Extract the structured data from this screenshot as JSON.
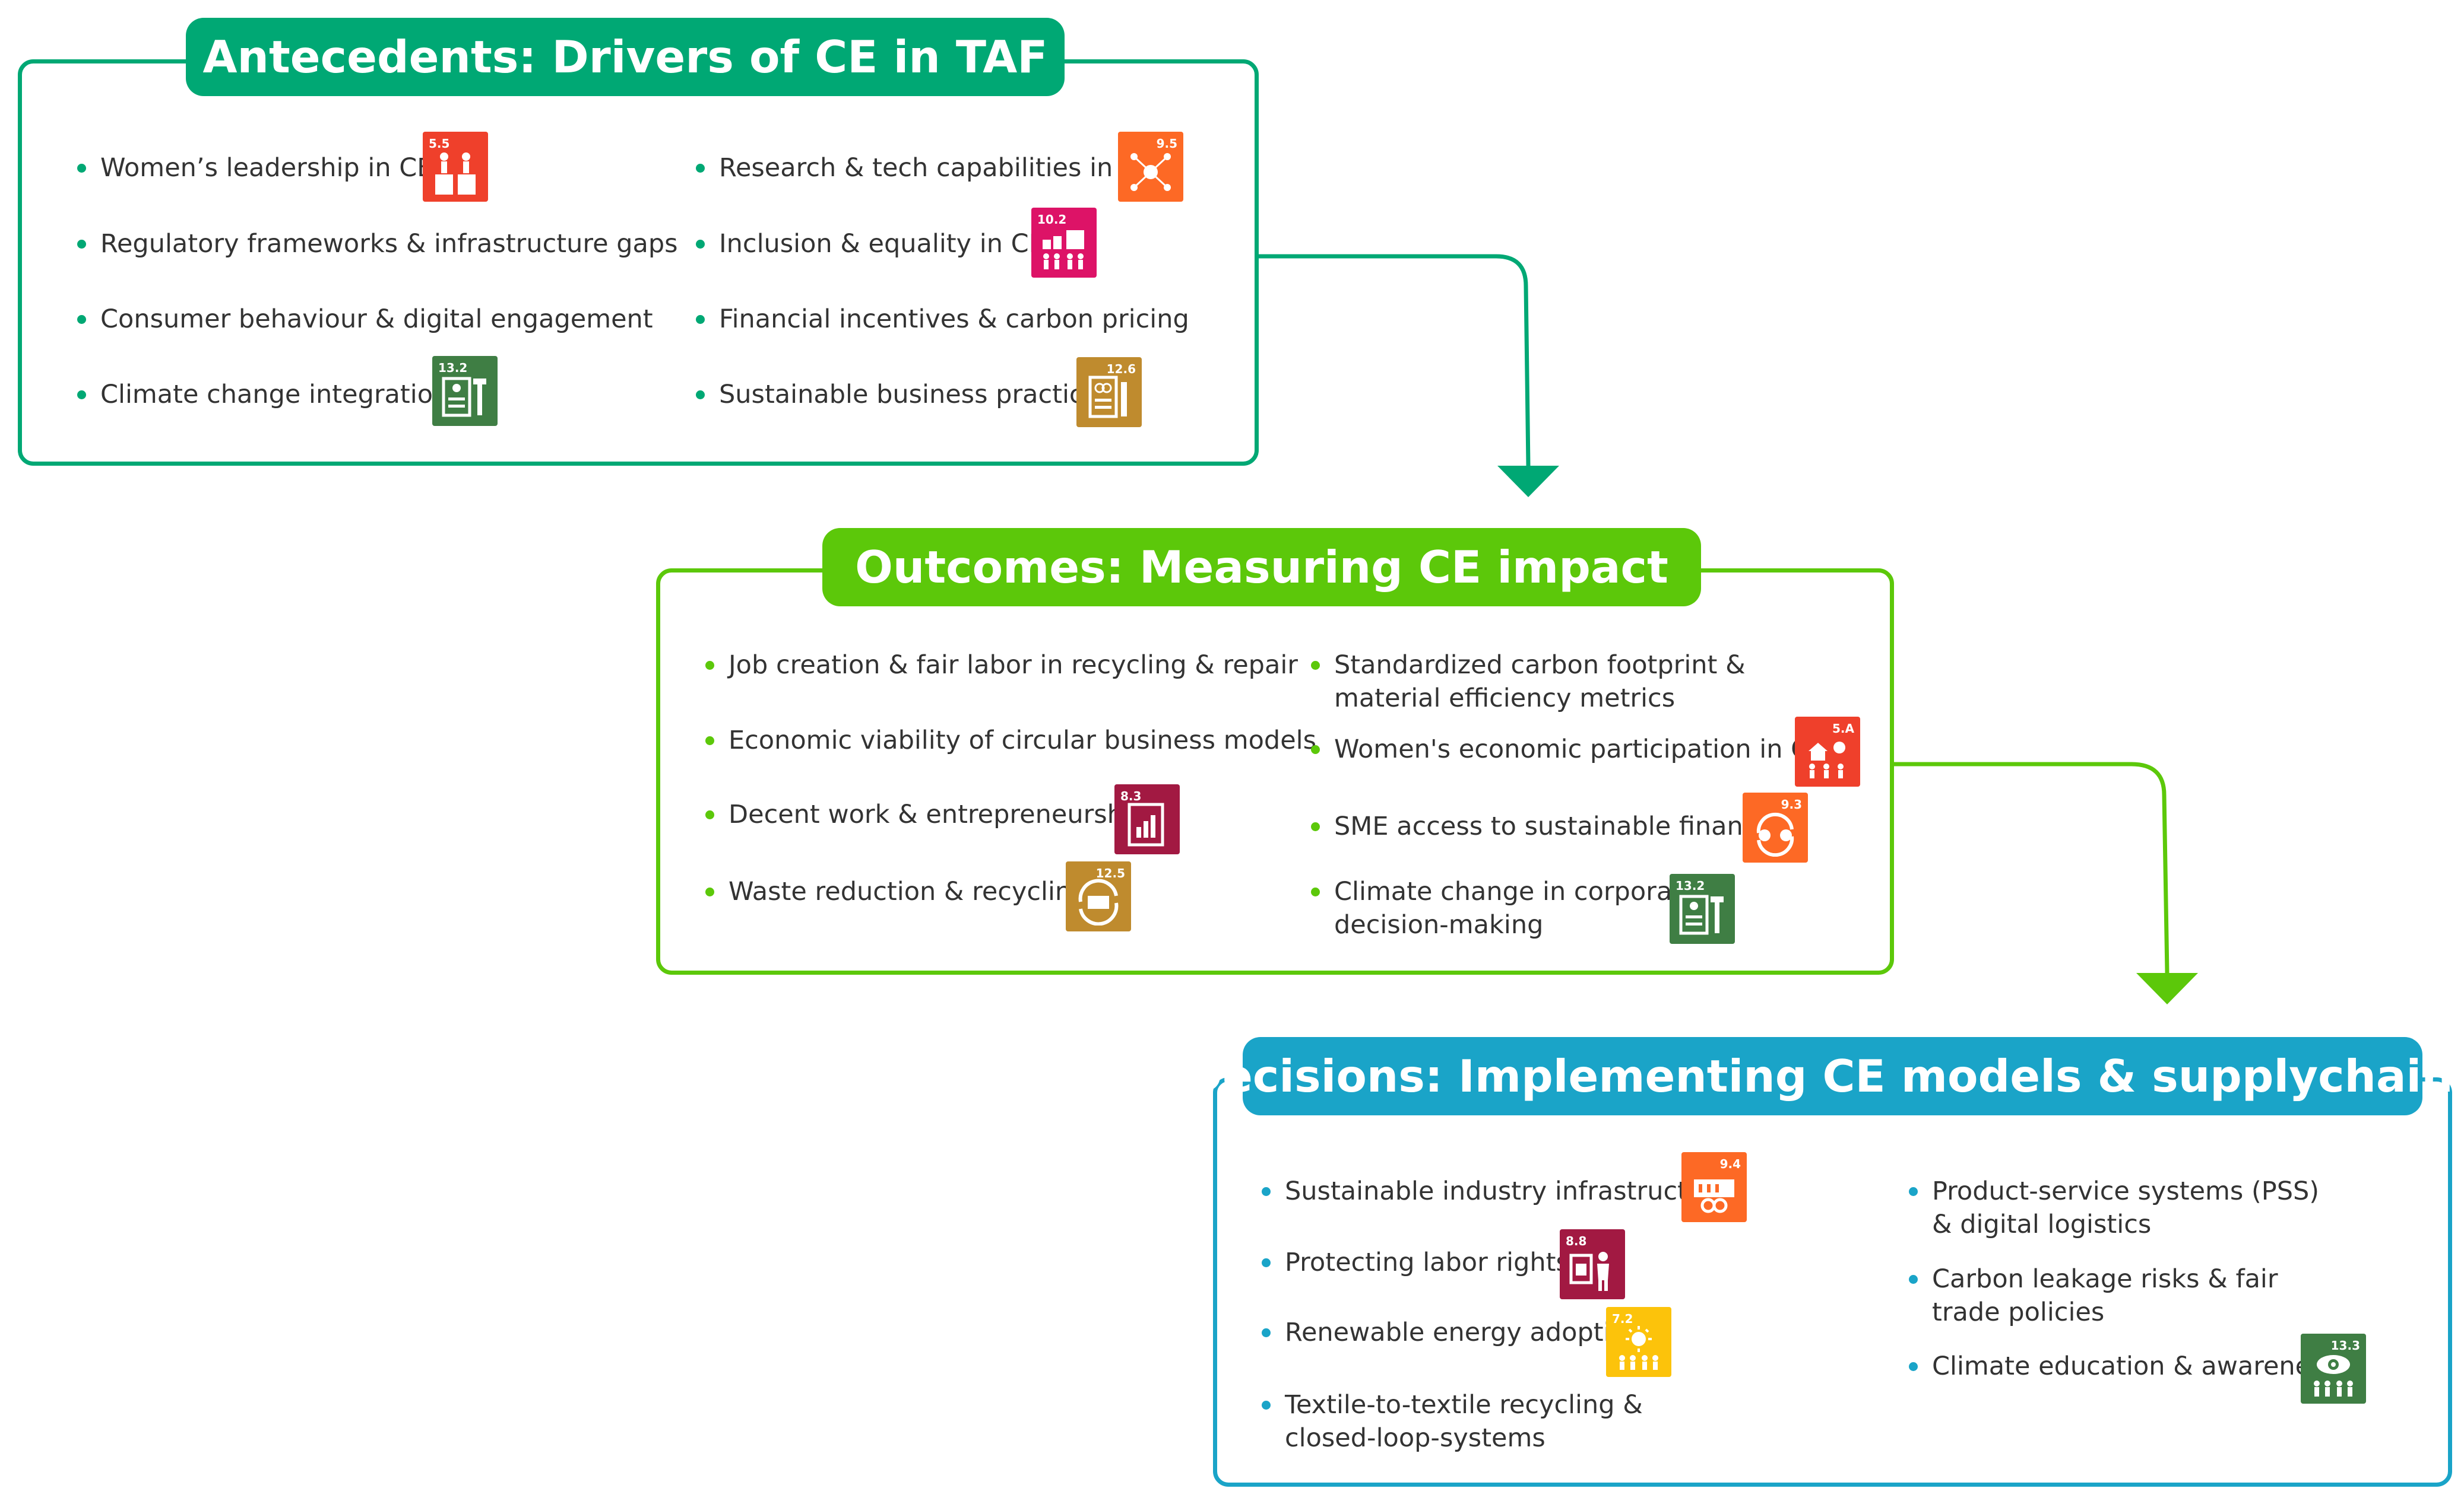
{
  "colors": {
    "antecedents": "#00a874",
    "outcomes": "#5cc80a",
    "decisions": "#1aa4c8",
    "sdg5": "#ef402b",
    "sdg7": "#fcc30b",
    "sdg8": "#a21942",
    "sdg9": "#fd6925",
    "sdg10": "#dd1367",
    "sdg12": "#bf8b2e",
    "sdg13": "#3f7e44"
  },
  "antecedents": {
    "title": "Antecedents: Drivers of CE in TAF",
    "left": [
      {
        "lines": [
          "Women’s leadership in CE"
        ],
        "icon": {
          "num": "5.5",
          "name": "women-leadership-icon"
        }
      },
      {
        "lines": [
          "Regulatory frameworks & infrastructure gaps"
        ]
      },
      {
        "lines": [
          "Consumer behaviour & digital engagement"
        ]
      },
      {
        "lines": [
          "Climate change integration"
        ],
        "icon": {
          "num": "13.2",
          "name": "climate-policy-icon"
        }
      }
    ],
    "right": [
      {
        "lines": [
          "Research & tech capabilities in CE"
        ],
        "icon": {
          "num": "9.5",
          "name": "research-icon"
        }
      },
      {
        "lines": [
          "Inclusion & equality in CE"
        ],
        "icon": {
          "num": "10.2",
          "name": "inclusion-icon"
        }
      },
      {
        "lines": [
          "Financial incentives & carbon pricing"
        ]
      },
      {
        "lines": [
          "Sustainable business practices"
        ],
        "icon": {
          "num": "12.6",
          "name": "sustainable-reporting-icon"
        }
      }
    ]
  },
  "outcomes": {
    "title": "Outcomes: Measuring CE impact",
    "left": [
      {
        "lines": [
          "Job creation & fair labor in recycling & repair"
        ]
      },
      {
        "lines": [
          "Economic viability of circular business models"
        ]
      },
      {
        "lines": [
          "Decent work & entrepreneurship"
        ],
        "icon": {
          "num": "8.3",
          "name": "decent-work-icon"
        }
      },
      {
        "lines": [
          "Waste reduction & recycling"
        ],
        "icon": {
          "num": "12.5",
          "name": "recycling-icon"
        }
      }
    ],
    "right": [
      {
        "lines": [
          "Standardized carbon footprint &",
          "material efficiency metrics"
        ]
      },
      {
        "lines": [
          "Women's economic  participation in CE"
        ],
        "icon": {
          "num": "5.A",
          "name": "women-economic-icon"
        }
      },
      {
        "lines": [
          "SME access to sustainable finance"
        ],
        "icon": {
          "num": "9.3",
          "name": "sme-finance-icon"
        }
      },
      {
        "lines": [
          "Climate change in corporate",
          "decision-making"
        ],
        "icon": {
          "num": "13.2",
          "name": "climate-policy-icon"
        }
      }
    ]
  },
  "decisions": {
    "title": "Decisions: Implementing CE models & supplychains",
    "left": [
      {
        "lines": [
          "Sustainable industry infrastructure"
        ],
        "icon": {
          "num": "9.4",
          "name": "industry-infrastructure-icon"
        }
      },
      {
        "lines": [
          "Protecting labor rights"
        ],
        "icon": {
          "num": "8.8",
          "name": "labor-rights-icon"
        }
      },
      {
        "lines": [
          "Renewable energy adoption"
        ],
        "icon": {
          "num": "7.2",
          "name": "renewable-energy-icon"
        }
      },
      {
        "lines": [
          "Textile-to-textile recycling &",
          "closed-loop-systems"
        ]
      }
    ],
    "right": [
      {
        "lines": [
          "Product-service systems (PSS)",
          "& digital logistics"
        ]
      },
      {
        "lines": [
          "Carbon leakage risks & fair",
          "trade policies"
        ]
      },
      {
        "lines": [
          "Climate education & awareness"
        ],
        "icon": {
          "num": "13.3",
          "name": "climate-education-icon"
        }
      }
    ]
  }
}
